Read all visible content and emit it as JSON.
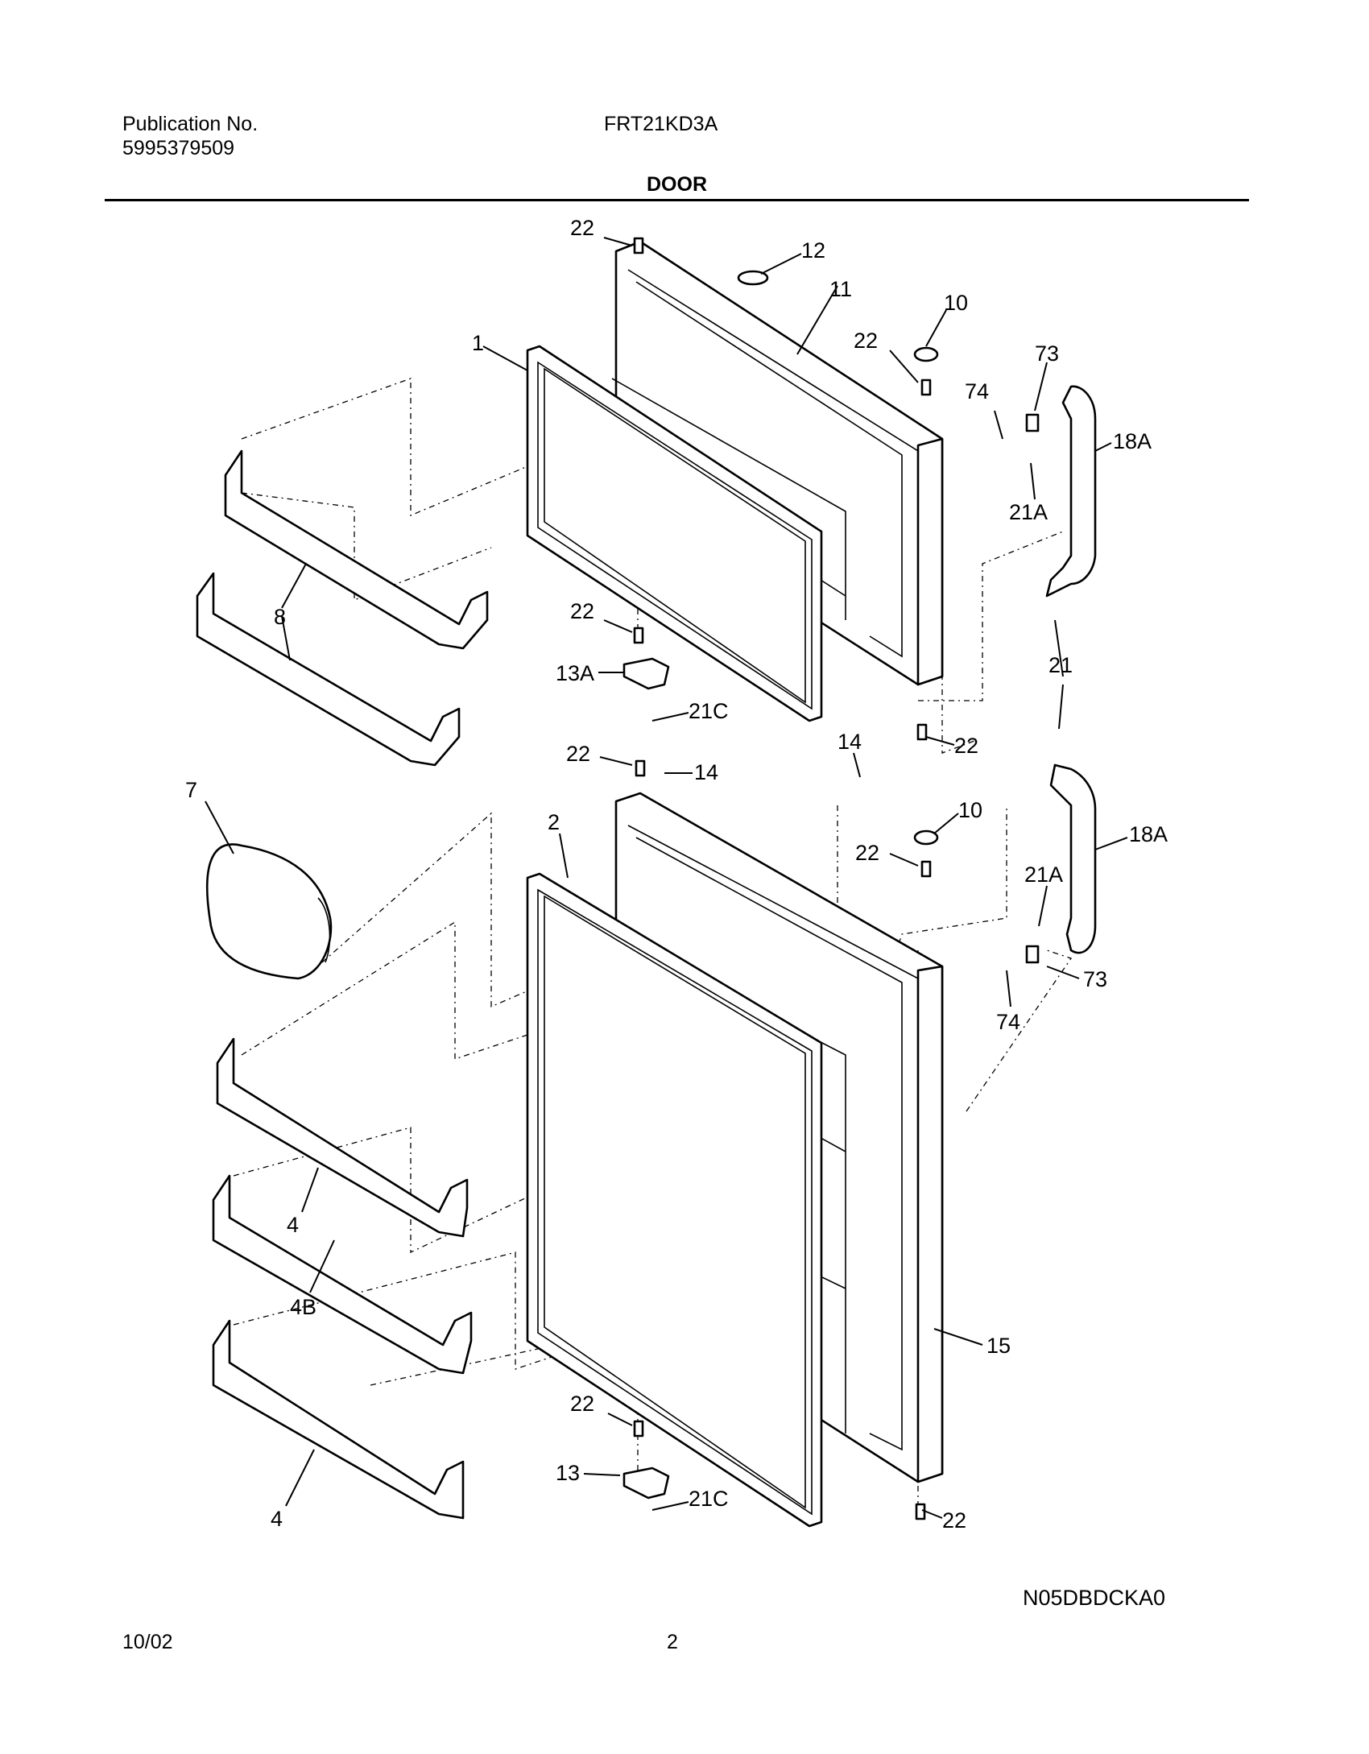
{
  "header": {
    "publication_label": "Publication No.",
    "publication_number": "5995379509",
    "model": "FRT21KD3A",
    "section_title": "DOOR"
  },
  "diagram": {
    "callouts": {
      "c22a": "22",
      "c12": "12",
      "c11": "11",
      "c10a": "10",
      "c22b": "22",
      "c1": "1",
      "c73a": "73",
      "c74a": "74",
      "c18Aa": "18A",
      "c21Aa": "21A",
      "c8": "8",
      "c22c": "22",
      "c13A": "13A",
      "c21Ca": "21C",
      "c21": "21",
      "c22d": "22",
      "c22e": "22",
      "c14a": "14",
      "c14b": "14",
      "c7": "7",
      "c2": "2",
      "c10b": "10",
      "c22f": "22",
      "c18Ab": "18A",
      "c21Ab": "21A",
      "c73b": "73",
      "c74b": "74",
      "c4a": "4",
      "c4B": "4B",
      "c15": "15",
      "c22g": "22",
      "c13": "13",
      "c4b": "4",
      "c21Cb": "21C",
      "c22h": "22"
    },
    "drawing_code": "N05DBDCKA0"
  },
  "footer": {
    "date": "10/02",
    "page_number": "2"
  }
}
